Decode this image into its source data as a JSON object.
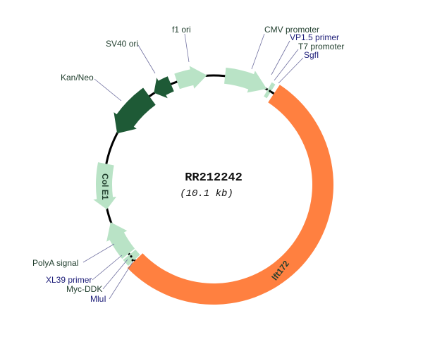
{
  "plasmid": {
    "name": "RR212242",
    "size": "(10.1 kb)"
  },
  "colors": {
    "backbone": "#000000",
    "insert": "#ff8040",
    "light_feature": "#b9e3c6",
    "dark_feature": "#1e5a36"
  },
  "features": [
    {
      "name": "lft172",
      "label": "lft172",
      "kind": "insert"
    },
    {
      "name": "CMV promoter",
      "kind": "light"
    },
    {
      "name": "f1 ori",
      "kind": "light"
    },
    {
      "name": "SV40 ori",
      "kind": "dark"
    },
    {
      "name": "Kan/Neo",
      "kind": "dark"
    },
    {
      "name": "Col E1",
      "label": "Col E1",
      "kind": "light"
    },
    {
      "name": "PolyA signal",
      "kind": "light"
    },
    {
      "name": "Myc-DDK",
      "kind": "light"
    }
  ],
  "labels": {
    "f1_ori": "f1 ori",
    "sv40_ori": "SV40 ori",
    "kan_neo": "Kan/Neo",
    "cmv_promoter": "CMV promoter",
    "vp15_primer": "VP1.5 primer",
    "t7_promoter": "T7 promoter",
    "sgfi": "SgfI",
    "polya_signal": "PolyA signal",
    "xl39_primer": "XL39 primer",
    "myc_ddk": "Myc-DDK",
    "mlui": "MluI"
  }
}
